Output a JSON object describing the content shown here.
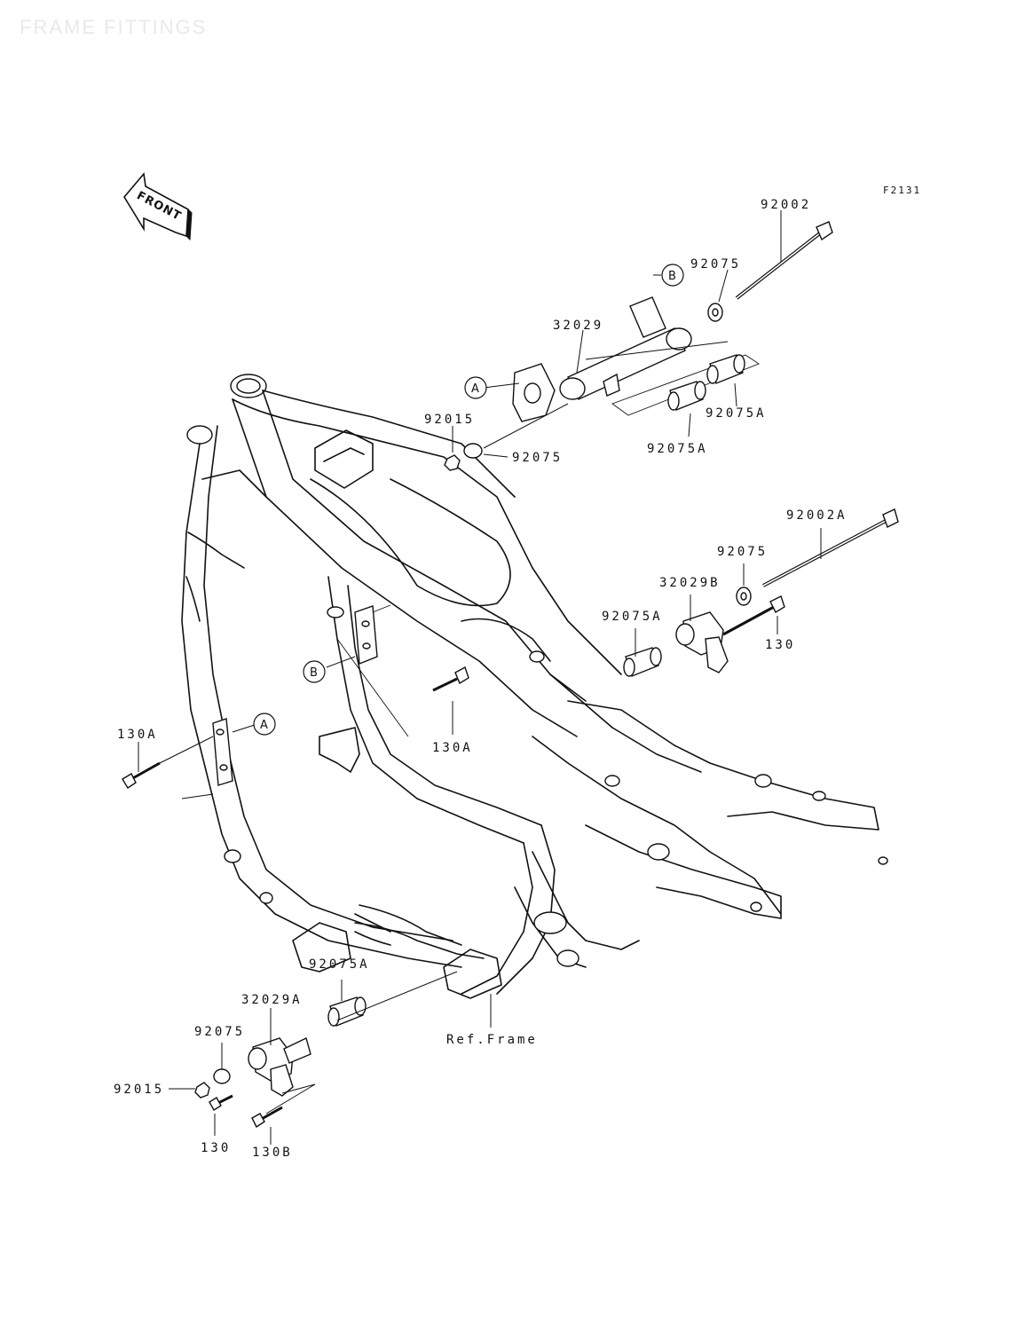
{
  "page": {
    "ghost_title": "FRAME FITTINGS",
    "figure_code": "F2131",
    "front_arrow": "FRONT"
  },
  "labels": {
    "l_92002": "92002",
    "l_92075_top": "92075",
    "l_32029": "32029",
    "l_92015_top": "92015",
    "l_92075_mid": "92075",
    "l_92075A_r1": "92075A",
    "l_92075A_r2": "92075A",
    "l_92002A": "92002A",
    "l_92075_r": "92075",
    "l_32029B": "32029B",
    "l_92075A_r3": "92075A",
    "l_130_r": "130",
    "l_130A_left": "130A",
    "l_130A_mid": "130A",
    "l_92075A_bot": "92075A",
    "l_32029A": "32029A",
    "l_92075_bot": "92075",
    "l_92015_bot": "92015",
    "l_130_bot": "130",
    "l_130B": "130B",
    "l_ref_frame": "Ref.Frame"
  },
  "refs": {
    "a": "A",
    "b": "B"
  }
}
